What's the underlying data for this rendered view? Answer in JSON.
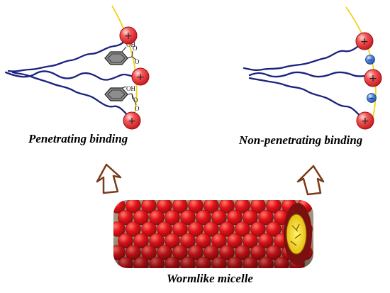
{
  "captions": {
    "penetrating": "Penetrating binding",
    "non_penetrating": "Non-penetrating binding",
    "micelle": "Wormlike micelle"
  },
  "labels": {
    "oh": "OH",
    "o": "O",
    "plus": "+",
    "minus": "−"
  },
  "colors": {
    "tail": "#1a237e",
    "membrane": "#f2d21b",
    "cation": "#e8262d",
    "anion": "#3b6fd0",
    "arrow": "#7a3b1a",
    "micelle_sphere": "#d9141c",
    "micelle_dark": "#7a1010",
    "micelle_shadow": "#5c3a10",
    "micelle_core": "#f3d000"
  },
  "icons": {
    "cation": "plus-circle-icon",
    "anion": "minus-circle-icon",
    "arrow": "up-arrow-icon"
  }
}
